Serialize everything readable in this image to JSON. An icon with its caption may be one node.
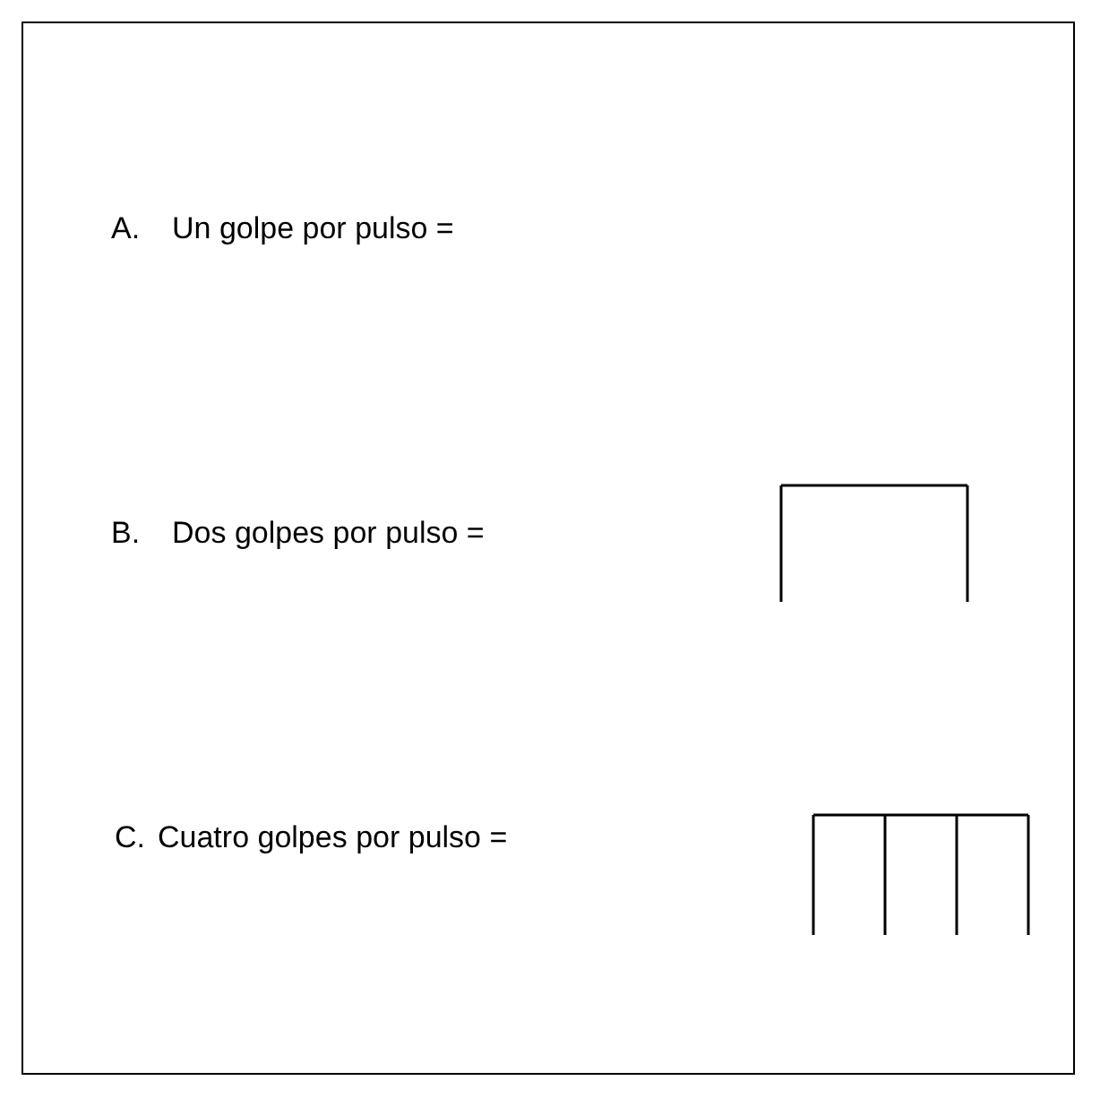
{
  "diagram": {
    "labels": [
      "A.",
      "Un golpe por pulso =",
      "B.",
      "Dos golpes por pulso =",
      "C.",
      "Cuatro golpes por pulso ="
    ]
  }
}
